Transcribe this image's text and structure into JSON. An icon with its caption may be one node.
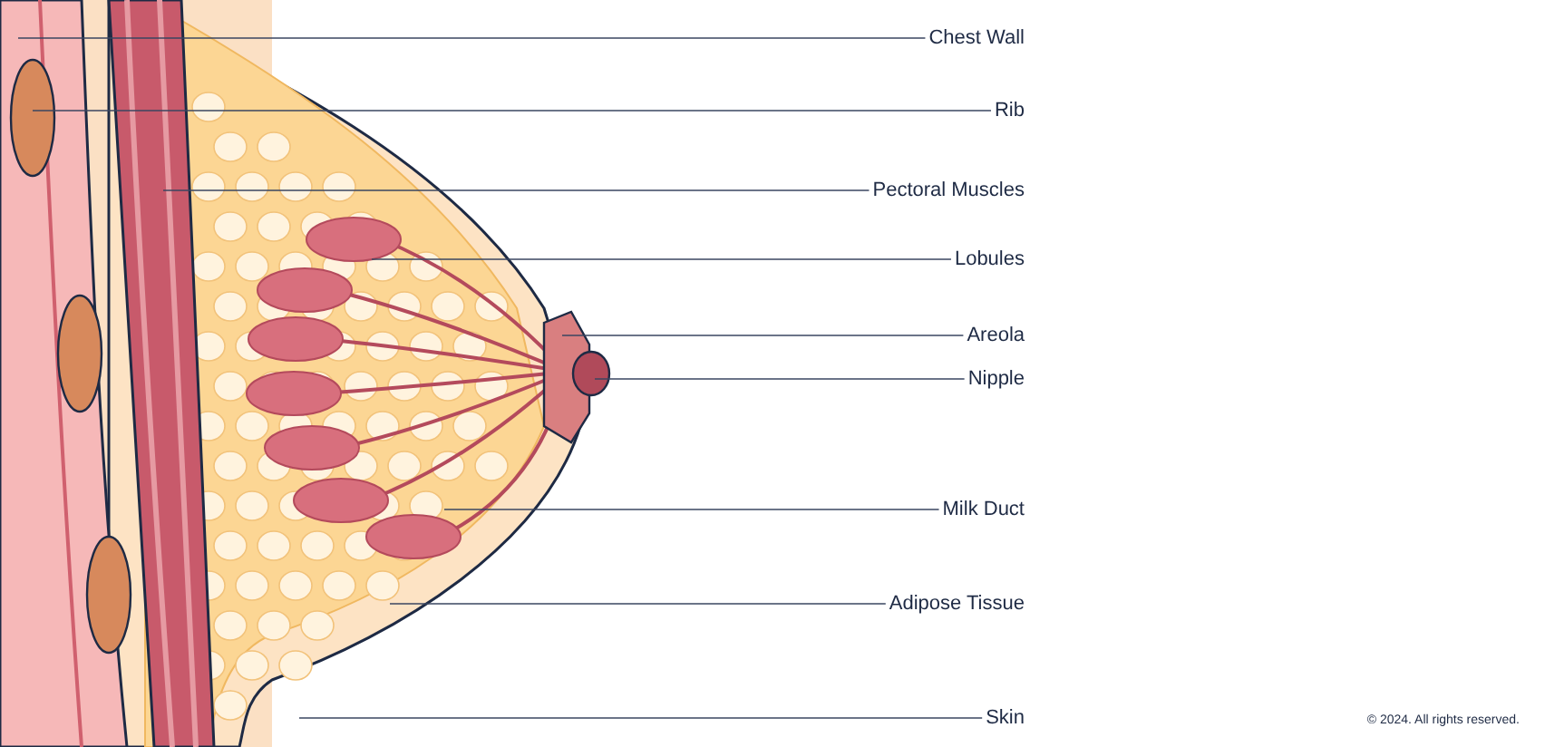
{
  "diagram": {
    "nodes": [
      {
        "text": [
          "Chest Wall"
        ]
      },
      {
        "text": [
          "Rib"
        ]
      },
      {
        "text": [
          "Pectoral Muscles"
        ]
      },
      {
        "text": [
          "Lobules"
        ]
      },
      {
        "text": [
          "Areola"
        ]
      },
      {
        "text": [
          "Nipple"
        ]
      },
      {
        "text": [
          "Milk Duct"
        ]
      },
      {
        "text": [
          "Adipose Tissue"
        ]
      },
      {
        "text": [
          "Skin"
        ]
      }
    ],
    "edges": [
      {
        "from": 0,
        "to": null,
        "arrow": "none"
      },
      {
        "from": 1,
        "to": null,
        "arrow": "none"
      },
      {
        "from": 2,
        "to": null,
        "arrow": "none"
      },
      {
        "from": 3,
        "to": null,
        "arrow": "none"
      },
      {
        "from": 4,
        "to": null,
        "arrow": "none"
      },
      {
        "from": 5,
        "to": null,
        "arrow": "none"
      },
      {
        "from": 6,
        "to": null,
        "arrow": "none"
      },
      {
        "from": 7,
        "to": null,
        "arrow": "none"
      },
      {
        "from": 8,
        "to": null,
        "arrow": "none"
      }
    ],
    "labels": [
      "© 2024. All rights reserved."
    ]
  }
}
